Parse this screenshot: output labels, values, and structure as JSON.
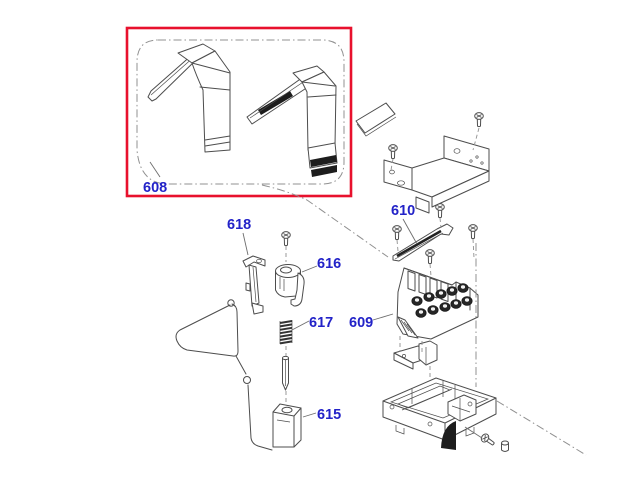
{
  "diagram": {
    "type": "exploded-parts-diagram",
    "background": "#ffffff",
    "highlight_box": {
      "part_number": "608",
      "color": "#e8112d"
    },
    "label_color": "#2323c8",
    "line_color": "#4d4d4d",
    "dash_line_color": "#909090",
    "part_labels": {
      "608": "608",
      "609": "609",
      "610": "610",
      "615": "615",
      "616": "616",
      "617": "617",
      "618": "618"
    }
  }
}
